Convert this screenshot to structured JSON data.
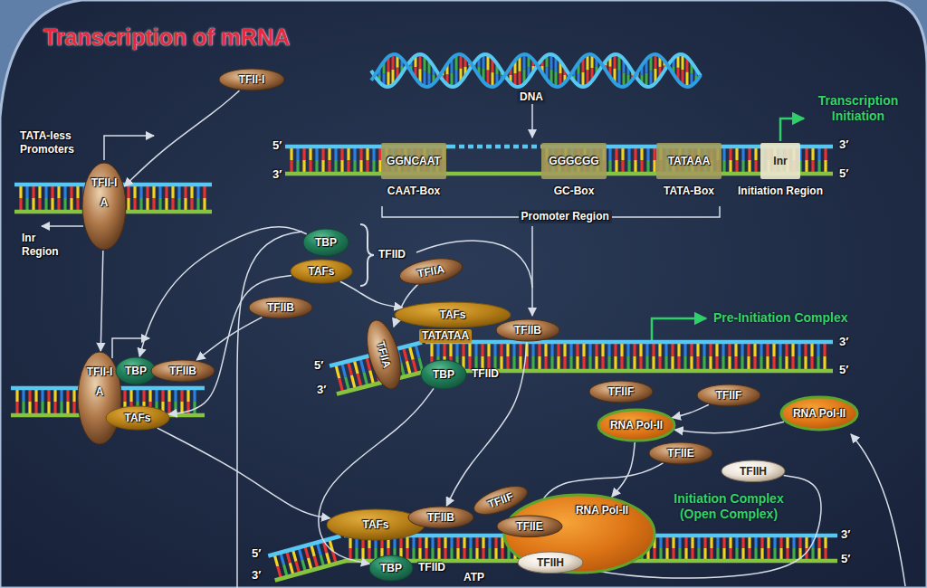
{
  "diagram": {
    "title": "Transcription of mRNA",
    "nodes": [
      {
        "text": [
          "TFII-I"
        ]
      },
      {
        "text": [
          "GGNCAAT",
          "CAAT-Box"
        ]
      },
      {
        "text": [
          "GGGCGG",
          "GC-Box"
        ]
      },
      {
        "text": [
          "TATAAA",
          "TATA-Box"
        ]
      },
      {
        "text": [
          "Inr",
          "Initiation Region"
        ]
      },
      {
        "text": [
          "TFII-I",
          "A"
        ]
      },
      {
        "text": [
          "TBP"
        ]
      },
      {
        "text": [
          "TAFs"
        ]
      },
      {
        "text": [
          "TFIIA"
        ]
      },
      {
        "text": [
          "TFIIB"
        ]
      },
      {
        "text": [
          "TAFs"
        ]
      },
      {
        "text": [
          "TFIIA"
        ]
      },
      {
        "text": [
          "TFIIB"
        ]
      },
      {
        "text": [
          "TBP"
        ]
      },
      {
        "text": [
          "TFII-I",
          "A"
        ]
      },
      {
        "text": [
          "TBP"
        ]
      },
      {
        "text": [
          "TFIIB"
        ]
      },
      {
        "text": [
          "TAFs"
        ]
      },
      {
        "text": [
          "TFIIF"
        ]
      },
      {
        "text": [
          "TFIIF"
        ]
      },
      {
        "text": [
          "RNA Pol-II"
        ]
      },
      {
        "text": [
          "RNA Pol-II"
        ]
      },
      {
        "text": [
          "TFIIE"
        ]
      },
      {
        "text": [
          "TFIIH"
        ]
      },
      {
        "text": [
          "TAFs"
        ]
      },
      {
        "text": [
          "TFIIB"
        ]
      },
      {
        "text": [
          "TFIIF"
        ]
      },
      {
        "text": [
          "RNA Pol-II"
        ]
      },
      {
        "text": [
          "TFIIE"
        ]
      },
      {
        "text": [
          "TFIIH"
        ]
      },
      {
        "text": [
          "TBP"
        ]
      }
    ],
    "edges": [
      {
        "from": 0,
        "to": 5,
        "arrow": "to"
      },
      {
        "from": 6,
        "to": 15,
        "arrow": "to"
      },
      {
        "from": 7,
        "to": 17,
        "arrow": "to"
      },
      {
        "from": 9,
        "to": 16,
        "arrow": "to"
      },
      {
        "from": 5,
        "to": 14,
        "arrow": "to"
      },
      {
        "from": 8,
        "to": 11,
        "arrow": "to"
      },
      {
        "from": 7,
        "to": 10,
        "arrow": "to"
      },
      {
        "from": 19,
        "to": 20,
        "arrow": "to"
      },
      {
        "from": 21,
        "to": 20,
        "arrow": "to"
      },
      {
        "from": 20,
        "to": 27,
        "arrow": "to"
      },
      {
        "from": 22,
        "to": 28,
        "arrow": "to"
      },
      {
        "from": 23,
        "to": 29,
        "arrow": "to"
      },
      {
        "from": 12,
        "to": 25,
        "arrow": "to"
      },
      {
        "from": 13,
        "to": 30,
        "arrow": "to"
      },
      {
        "from": 17,
        "to": 24,
        "arrow": "to"
      }
    ],
    "labels": [
      "DNA",
      "Promoter Region",
      "Transcription Initiation",
      "5′",
      "3′",
      "3′",
      "5′",
      "TATA-less Promoters",
      "Inr Region",
      "TFIID",
      "TATATAA",
      "TFIID",
      "Pre-Initiation Complex",
      "5′",
      "3′",
      "3′",
      "5′",
      "Initiation Complex (Open Complex)",
      "TFIID",
      "ATP",
      "5′",
      "3′",
      "3′",
      "5′"
    ]
  }
}
